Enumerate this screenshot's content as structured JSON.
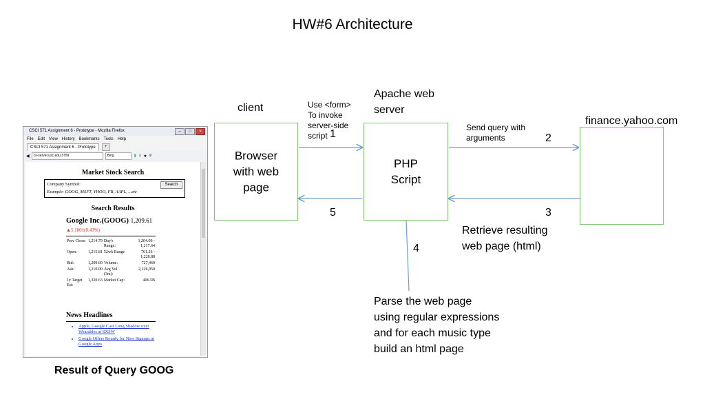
{
  "title": "HW#6 Architecture",
  "labels": {
    "client": "client",
    "apache": "Apache web\nserver",
    "yahoo": "finance.yahoo.com",
    "form_note": "Use <form>\nTo invoke\nserver-side\nscript",
    "send_query": "Send query with\narguments",
    "retrieve": "Retrieve resulting\nweb page (html)",
    "parse": "Parse the web page\nusing regular expressions\nand for each music type\nbuild an html page",
    "caption": "Result of Query GOOG"
  },
  "boxes": {
    "browser": "Browser\nwith web\npage",
    "php": "PHP\nScript",
    "yahoo": ""
  },
  "steps": {
    "s1": "1",
    "s2": "2",
    "s3": "3",
    "s4": "4",
    "s5": "5"
  },
  "colors": {
    "box_border": "#7cc46e",
    "arrow": "#6a9fd4",
    "change_red": "#d9302a",
    "link_blue": "#2233cc"
  },
  "screenshot": {
    "window_title": "CSCI 571 Assignment 6 - Prototype - Mozilla Firefox",
    "menu": [
      "File",
      "Edit",
      "View",
      "History",
      "Bookmarks",
      "Tools",
      "Help"
    ],
    "tab": "CSCI 571 Assignment 6 - Prototype",
    "url": "cs-server.usc.edu:3759",
    "search_engine": "Bing",
    "heading": "Market Stock Search",
    "company_label": "Company Symbol:",
    "example": "Example: GOOG, MSFT, YHOO, FB, AAPL, ...etc",
    "search_button": "Search",
    "results_heading": "Search Results",
    "company": "Google Inc.(GOOG)",
    "price": "1,209.61",
    "change": "▲5.1801(0.43%)",
    "rows": [
      [
        "Prev Close:",
        "1,214.79",
        "Day's Range:",
        "1,204.09 - 1,217.64"
      ],
      [
        "Open:",
        "1,215.81",
        "52wk Range",
        "761.26 - 1,228.88"
      ],
      [
        "Bid:",
        "1,209.60",
        "Volume:",
        "727,460"
      ],
      [
        "Ask:",
        "1,210.00",
        "Avg Vol (3m):",
        "2,126,050"
      ],
      [
        "1y Target Est:",
        "1,320.63",
        "Market Cap:",
        "406.5B"
      ]
    ],
    "news_heading": "News Headlines",
    "news": [
      "Apple, Google Cast Long Shadow over Wearables at SXSW",
      "Google Offers Bounty for New Signups at Google Apps"
    ]
  }
}
